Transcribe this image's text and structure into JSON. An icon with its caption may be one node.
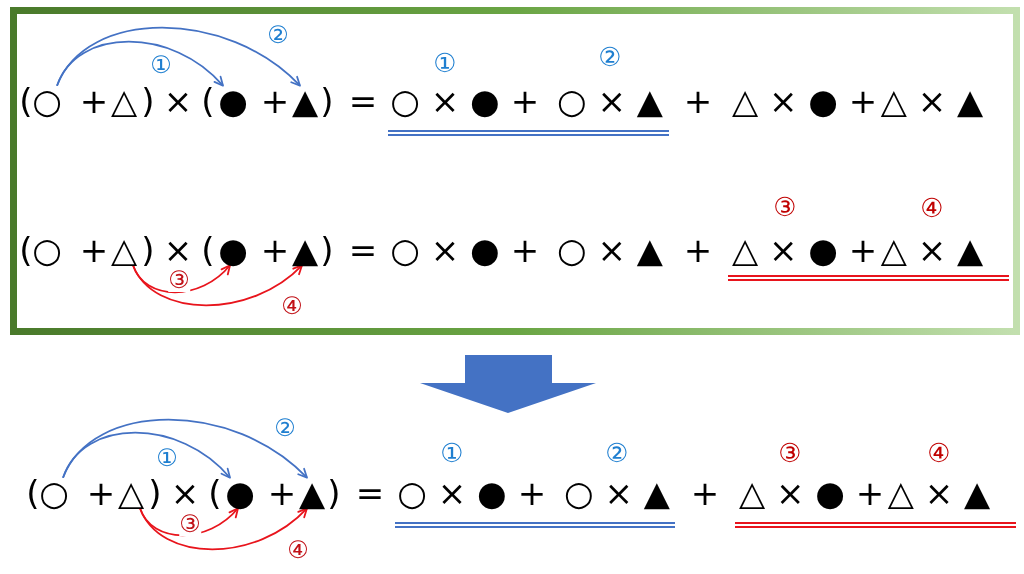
{
  "diagram": {
    "nodes": [
      {
        "text": [],
        "shape": "box"
      },
      {
        "text": [
          "○"
        ],
        "in": 0
      },
      {
        "text": [
          "●"
        ],
        "in": 0
      },
      {
        "text": [
          "▲"
        ],
        "in": 0
      },
      {
        "text": [
          "△"
        ],
        "in": 0
      },
      {
        "text": [
          "●"
        ],
        "in": 0
      },
      {
        "text": [
          "▲"
        ],
        "in": 0
      },
      {
        "text": [
          "○"
        ]
      },
      {
        "text": [
          "△"
        ]
      },
      {
        "text": [
          "●"
        ]
      },
      {
        "text": [
          "▲"
        ]
      }
    ],
    "edges": [
      {
        "from": 1,
        "to": 2,
        "arrow": "to",
        "label": "①"
      },
      {
        "from": 1,
        "to": 3,
        "arrow": "to",
        "label": "②"
      },
      {
        "from": 4,
        "to": 5,
        "arrow": "to",
        "label": "③",
        "color": "#e8141c"
      },
      {
        "from": 4,
        "to": 6,
        "arrow": "to",
        "label": "④",
        "color": "#e8141c"
      },
      {
        "from": 7,
        "to": 9,
        "arrow": "to",
        "label": "①"
      },
      {
        "from": 7,
        "to": 10,
        "arrow": "to",
        "label": "②"
      },
      {
        "from": 8,
        "to": 9,
        "arrow": "to",
        "label": "③",
        "color": "#e8141c"
      },
      {
        "from": 8,
        "to": 10,
        "arrow": "to",
        "label": "④",
        "color": "#e8141c"
      }
    ],
    "labels": [
      "①",
      "②",
      "(",
      "+",
      "△",
      ")",
      "×",
      "(",
      "+",
      ")",
      "=",
      "○ × ●",
      "+",
      "○ × ▲",
      "+",
      "△ × ●",
      "+",
      "△ × ▲",
      "③",
      "④",
      "(",
      "○",
      "+",
      ")",
      "×",
      "(",
      "+",
      ")",
      "=",
      "○ × ●",
      "+",
      "○ × ▲",
      "+",
      "△ × ●",
      "+",
      "△ × ▲",
      "①",
      "②",
      "③",
      "④",
      "(",
      "+",
      ")",
      "×",
      "(",
      "+",
      ")",
      "=",
      "○ × ●",
      "+",
      "○ × ▲",
      "+",
      "△ × ●",
      "+",
      "△ × ▲"
    ]
  }
}
